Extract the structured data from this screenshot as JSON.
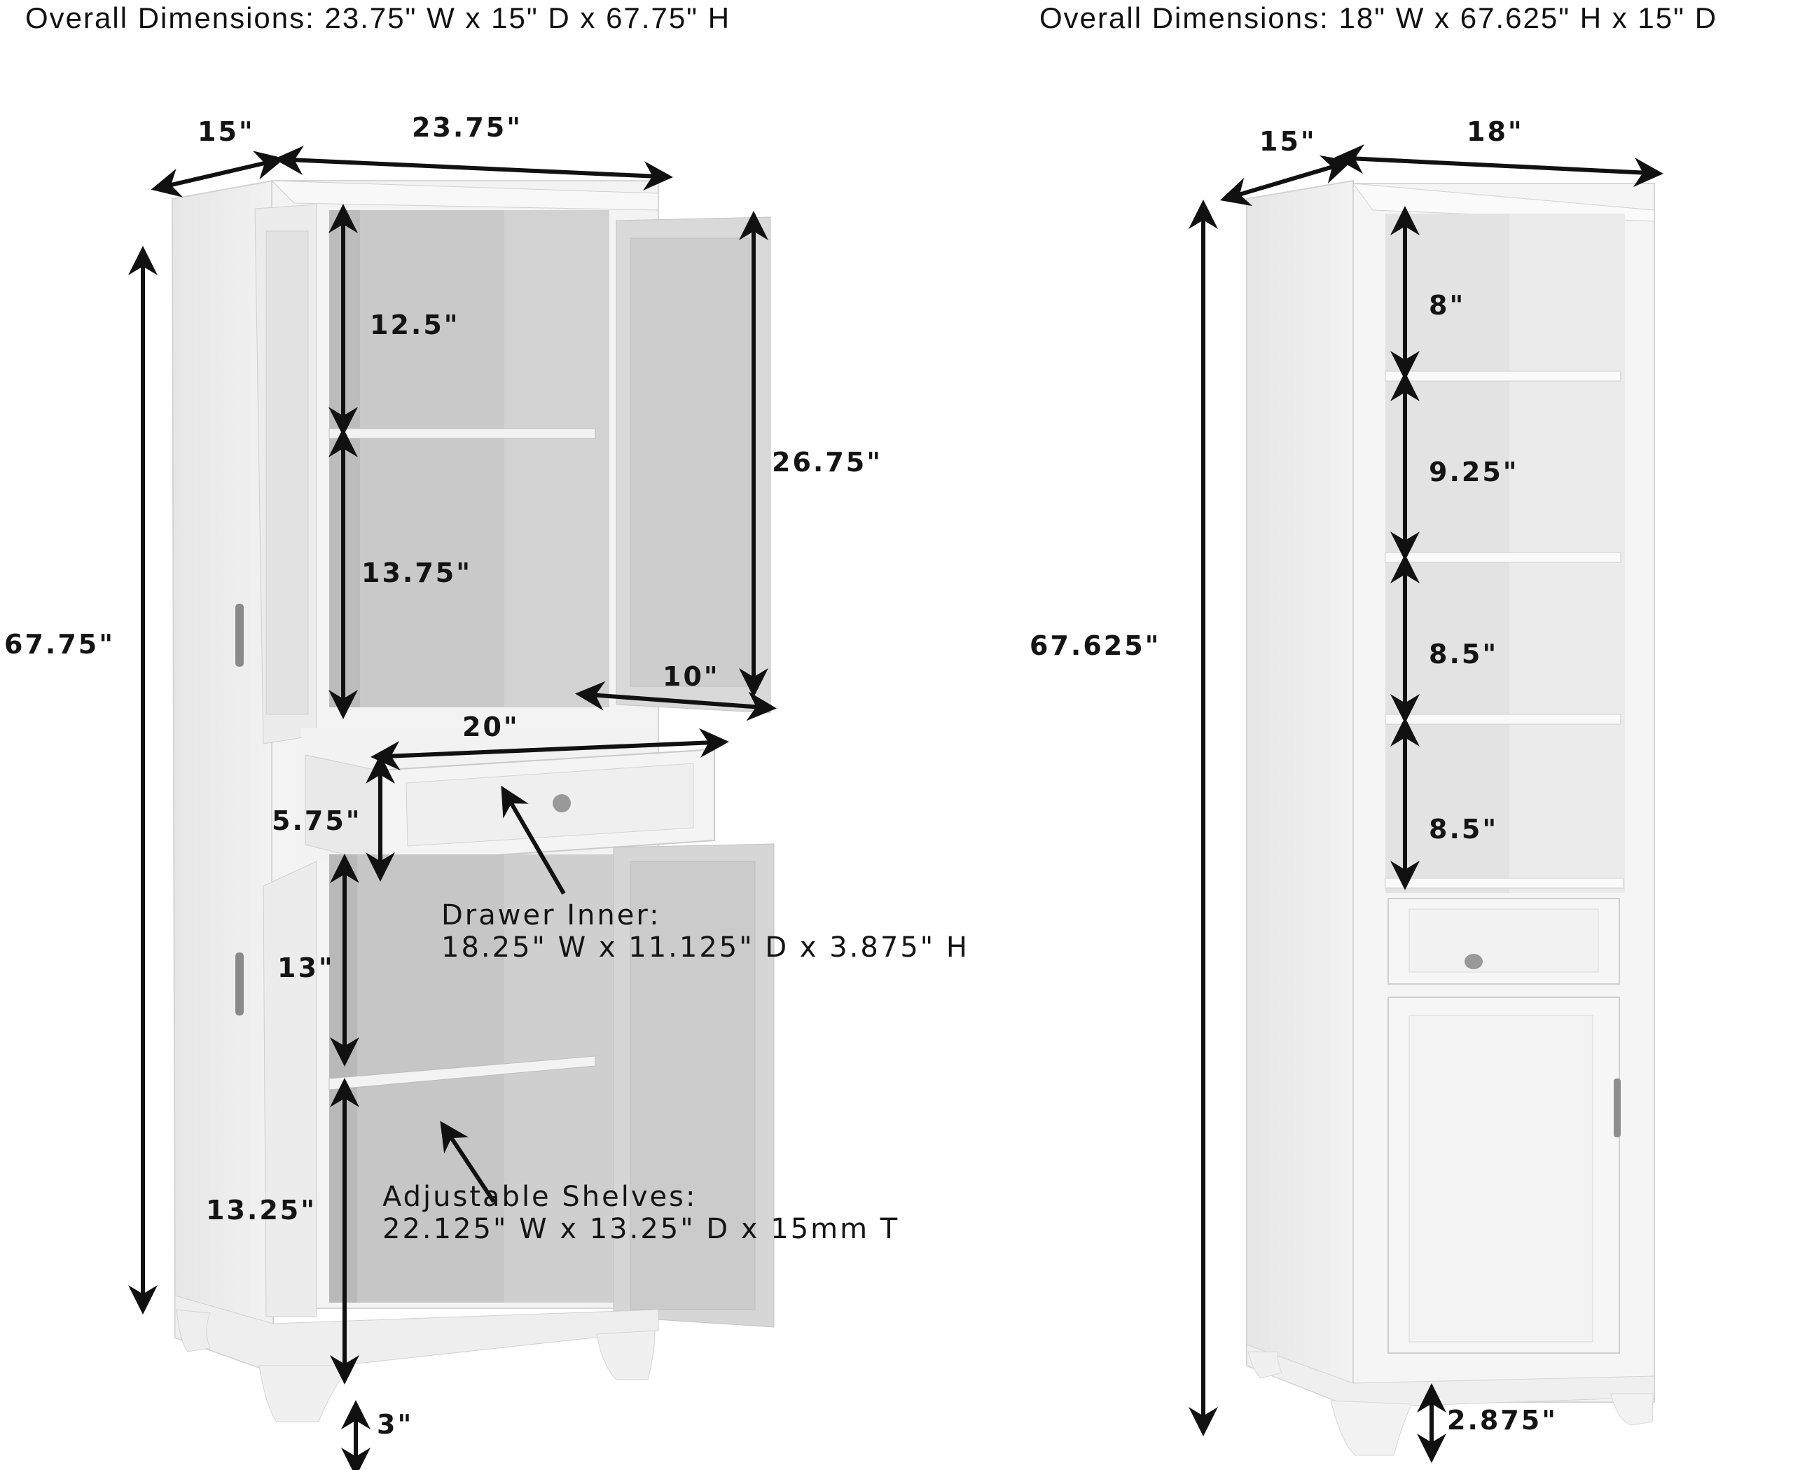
{
  "left_product": {
    "title": "Overall Dimensions: 23.75\" W x 15\" D x 67.75\" H",
    "dims": {
      "depth_top": "15\"",
      "width_top": "23.75\"",
      "height_overall": "67.75\"",
      "upper_shelf_gap": "12.5\"",
      "middle_shelf_gap": "13.75\"",
      "door_height": "26.75\"",
      "door_width": "10\"",
      "drawer_width": "20\"",
      "drawer_height": "5.75\"",
      "lower_upper_gap": "13\"",
      "lower_bottom_gap": "13.25\"",
      "leg_height": "3\""
    },
    "notes": {
      "drawer_inner_title": "Drawer Inner:",
      "drawer_inner_dims": "18.25\" W x 11.125\" D x 3.875\" H",
      "shelves_title": "Adjustable Shelves:",
      "shelves_dims": "22.125\" W x 13.25\" D x 15mm T"
    }
  },
  "right_product": {
    "title": "Overall Dimensions: 18\" W x 67.625\" H x 15\" D",
    "dims": {
      "depth_top": "15\"",
      "width_top": "18\"",
      "height_overall": "67.625\"",
      "shelf_1": "8\"",
      "shelf_2": "9.25\"",
      "shelf_3": "8.5\"",
      "shelf_4": "8.5\"",
      "leg_height": "2.875\""
    }
  },
  "colors": {
    "cabinet_white": "#f4f4f4",
    "interior_gray": "#c8c8c8",
    "arrow_black": "#111111",
    "hardware_gray": "#8a8a8a"
  }
}
